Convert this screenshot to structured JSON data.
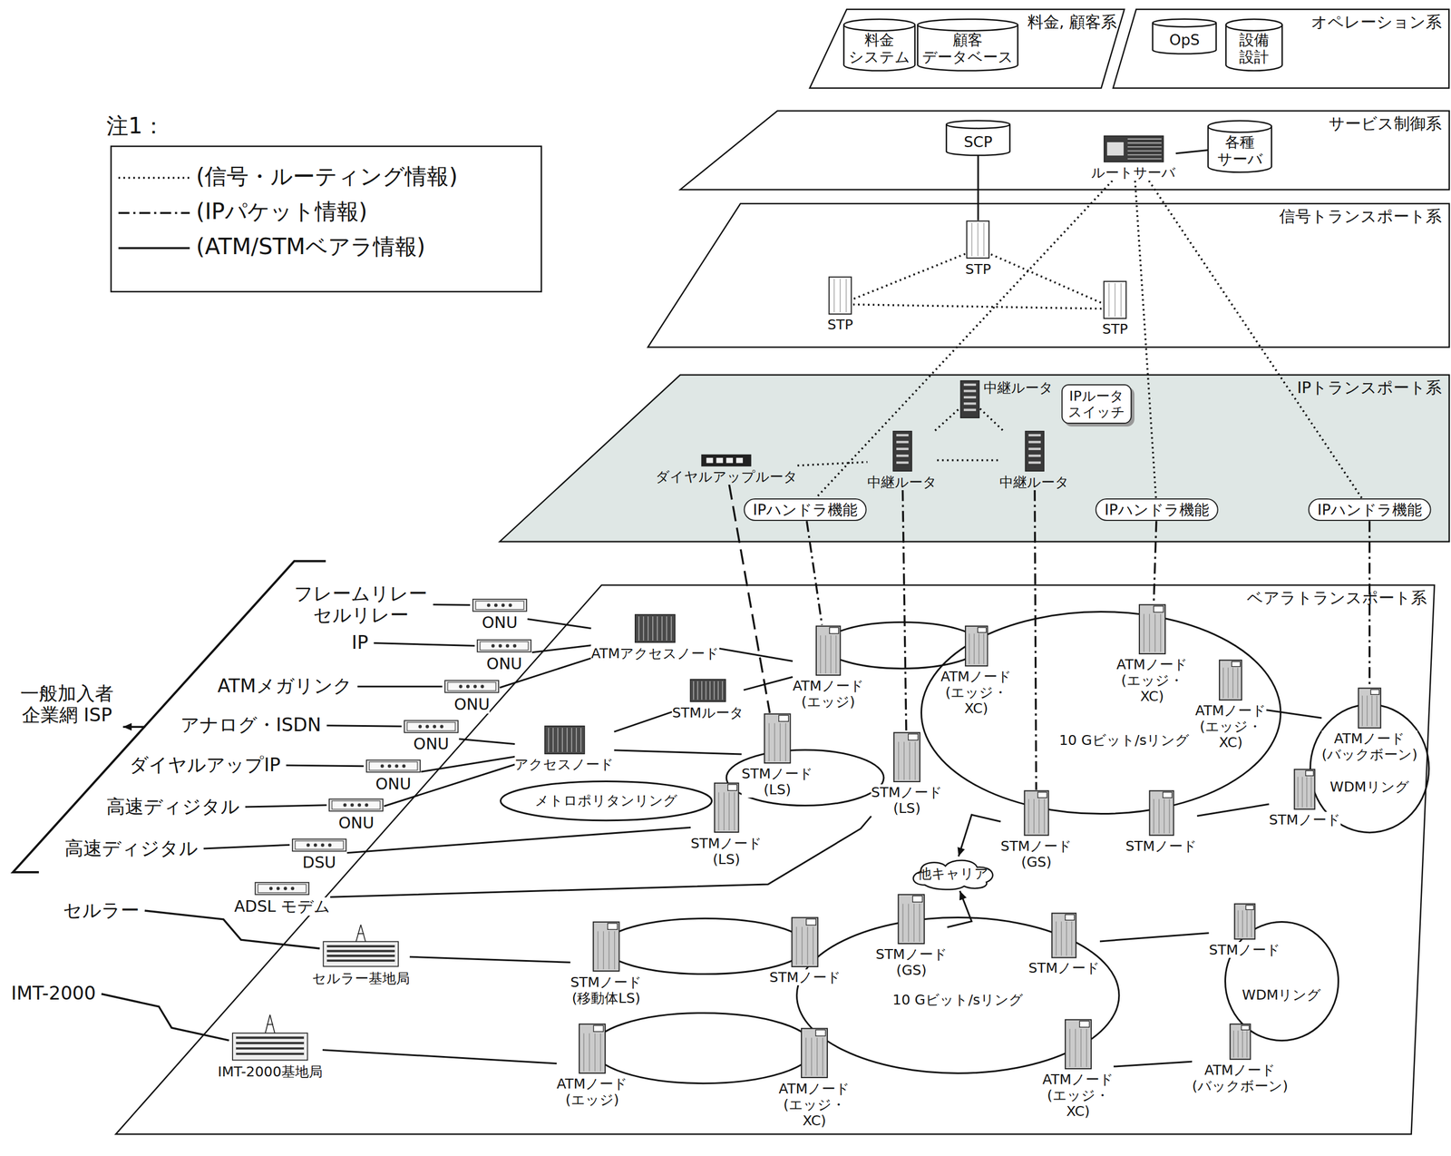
{
  "diagram": {
    "nodes": [
      {
        "text": [
          "料金, 顧客系"
        ]
      },
      {
        "text": [
          "料金 システム"
        ],
        "in": 0
      },
      {
        "text": [
          "顧客 データベース"
        ],
        "in": 0
      },
      {
        "text": [
          "オペレーション系"
        ]
      },
      {
        "text": [
          "OpS"
        ],
        "in": 3
      },
      {
        "text": [
          "設備 設計"
        ],
        "in": 3
      },
      {
        "text": [
          "サービス制御系"
        ]
      },
      {
        "text": [
          "SCP"
        ],
        "in": 6
      },
      {
        "text": [
          "ルートサーバ"
        ],
        "in": 6
      },
      {
        "text": [
          "各種 サーバ"
        ],
        "in": 6
      },
      {
        "text": [
          "信号トランスポート系"
        ]
      },
      {
        "text": [
          "STP"
        ],
        "in": 10
      },
      {
        "text": [
          "STP"
        ],
        "in": 10
      },
      {
        "text": [
          "STP"
        ],
        "in": 10
      },
      {
        "text": [
          "IPトランスポート系"
        ]
      },
      {
        "text": [
          "ダイヤルアップルータ"
        ],
        "in": 14
      },
      {
        "text": [
          "中継ルータ"
        ],
        "in": 14
      },
      {
        "text": [
          "中継ルータ"
        ],
        "in": 14
      },
      {
        "text": [
          "中継ルータ"
        ],
        "in": 14
      },
      {
        "text": [
          "IPハンドラ機能"
        ],
        "in": 14
      },
      {
        "text": [
          "IPハンドラ機能"
        ],
        "in": 14
      },
      {
        "text": [
          "IPハンドラ機能"
        ],
        "in": 14
      },
      {
        "text": [
          "IPルータ スイッチ"
        ],
        "in": 14
      },
      {
        "text": [
          "ベアラトランスポート系"
        ]
      },
      {
        "text": [
          "メトロポリタンリング"
        ],
        "in": 23
      },
      {
        "text": [
          "10 Gビット/sリング"
        ],
        "in": 23
      },
      {
        "text": [
          "WDMリング"
        ],
        "in": 23
      },
      {
        "text": [
          "10 Gビット/sリング"
        ],
        "in": 23
      },
      {
        "text": [
          "WDMリング"
        ],
        "in": 23
      },
      {
        "text": [
          "ATMアクセスノード"
        ],
        "in": 23
      },
      {
        "text": [
          "STMルータ"
        ],
        "in": 23
      },
      {
        "text": [
          "アクセスノード"
        ],
        "in": 23
      },
      {
        "text": [
          "ATMノード (エッジ)"
        ],
        "in": 23
      },
      {
        "text": [
          "ATMノード (エッジ・XC)"
        ],
        "in": 23
      },
      {
        "text": [
          "ATMノード (エッジ・XC)"
        ],
        "in": 23
      },
      {
        "text": [
          "ATMノード (エッジ・XC)"
        ],
        "in": 23
      },
      {
        "text": [
          "ATMノード (バックボーン)"
        ],
        "in": 23
      },
      {
        "text": [
          "STMノード (LS)"
        ],
        "in": 23
      },
      {
        "text": [
          "STMノード (LS)"
        ],
        "in": 23
      },
      {
        "text": [
          "STMノード (LS)"
        ],
        "in": 23
      },
      {
        "text": [
          "STMノード (GS)"
        ],
        "in": 23
      },
      {
        "text": [
          "STMノード"
        ],
        "in": 23
      },
      {
        "text": [
          "STMノード"
        ],
        "in": 23
      },
      {
        "text": [
          "他キャリア"
        ],
        "in": 23
      },
      {
        "text": [
          "ONU"
        ]
      },
      {
        "text": [
          "ONU"
        ]
      },
      {
        "text": [
          "ONU"
        ]
      },
      {
        "text": [
          "ONU"
        ]
      },
      {
        "text": [
          "ONU"
        ]
      },
      {
        "text": [
          "ONU"
        ]
      },
      {
        "text": [
          "DSU"
        ]
      },
      {
        "text": [
          "ADSL モデム"
        ]
      },
      {
        "text": [
          "セルラー基地局"
        ],
        "in": 23
      },
      {
        "text": [
          "IMT-2000基地局"
        ],
        "in": 23
      },
      {
        "text": [
          "STMノード (移動体LS)"
        ],
        "in": 23
      },
      {
        "text": [
          "STMノード"
        ],
        "in": 23
      },
      {
        "text": [
          "STMノード (GS)"
        ],
        "in": 23
      },
      {
        "text": [
          "STMノード"
        ],
        "in": 23
      },
      {
        "text": [
          "STMノード"
        ],
        "in": 23
      },
      {
        "text": [
          "ATMノード (エッジ)"
        ],
        "in": 23
      },
      {
        "text": [
          "ATMノード (エッジ・XC)"
        ],
        "in": 23
      },
      {
        "text": [
          "ATMノード (エッジ・XC)"
        ],
        "in": 23
      },
      {
        "text": [
          "ATMノード (バックボーン)"
        ],
        "in": 23
      }
    ],
    "edges": [
      {
        "from": 7,
        "to": 11,
        "arrow": "none"
      },
      {
        "from": 8,
        "to": 9,
        "arrow": "none"
      },
      {
        "from": 11,
        "to": 12,
        "arrow": "none"
      },
      {
        "from": 11,
        "to": 13,
        "arrow": "none"
      },
      {
        "from": 12,
        "to": 13,
        "arrow": "none"
      },
      {
        "from": 8,
        "to": 19,
        "arrow": "none"
      },
      {
        "from": 8,
        "to": 20,
        "arrow": "none"
      },
      {
        "from": 8,
        "to": 21,
        "arrow": "none"
      },
      {
        "from": 15,
        "to": 16,
        "arrow": "none"
      },
      {
        "from": 16,
        "to": 17,
        "arrow": "none"
      },
      {
        "from": 17,
        "to": 18,
        "arrow": "none"
      },
      {
        "from": 16,
        "to": 18,
        "arrow": "none"
      },
      {
        "from": 15,
        "to": 37,
        "arrow": "none"
      },
      {
        "from": 16,
        "to": 38,
        "arrow": "none"
      },
      {
        "from": 18,
        "to": 40,
        "arrow": "none"
      },
      {
        "from": 19,
        "to": 32,
        "arrow": "none"
      },
      {
        "from": 20,
        "to": 34,
        "arrow": "none"
      },
      {
        "from": 21,
        "to": 36,
        "arrow": "none"
      },
      {
        "from": 29,
        "to": 32,
        "arrow": "none"
      },
      {
        "from": 30,
        "to": 32,
        "arrow": "none"
      },
      {
        "from": 31,
        "to": 30,
        "arrow": "none"
      },
      {
        "from": 31,
        "to": 37,
        "arrow": "none"
      },
      {
        "from": 44,
        "to": 29,
        "arrow": "none"
      },
      {
        "from": 45,
        "to": 29,
        "arrow": "none"
      },
      {
        "from": 46,
        "to": 29,
        "arrow": "none"
      },
      {
        "from": 47,
        "to": 31,
        "arrow": "none"
      },
      {
        "from": 48,
        "to": 31,
        "arrow": "none"
      },
      {
        "from": 49,
        "to": 31,
        "arrow": "none"
      },
      {
        "from": 50,
        "to": 39,
        "arrow": "none"
      },
      {
        "from": 51,
        "to": 38,
        "arrow": "none"
      },
      {
        "from": 35,
        "to": 36,
        "arrow": "none"
      },
      {
        "from": 40,
        "to": 43,
        "arrow": "to"
      },
      {
        "from": 56,
        "to": 43,
        "arrow": "to"
      },
      {
        "from": 52,
        "to": 54,
        "arrow": "none"
      },
      {
        "from": 53,
        "to": 59,
        "arrow": "none"
      },
      {
        "from": 57,
        "to": 58,
        "arrow": "none"
      },
      {
        "from": 61,
        "to": 62,
        "arrow": "none"
      },
      {
        "from": 41,
        "to": 42,
        "arrow": "none"
      }
    ],
    "labels": [
      "注1：",
      "フレームリレー セルリレー",
      "IP",
      "ATMメガリンク",
      "アナログ・ISDN",
      "ダイヤルアップIP",
      "高速ディジタル",
      "高速ディジタル",
      "一般加入者 企業網 ISP",
      "セルラー",
      "IMT-2000"
    ],
    "legend": [
      {
        "text": "(信号・ルーティング情報)"
      },
      {
        "text": "(IPパケット情報)"
      },
      {
        "text": "(ATM/STMベアラ情報)"
      }
    ]
  }
}
